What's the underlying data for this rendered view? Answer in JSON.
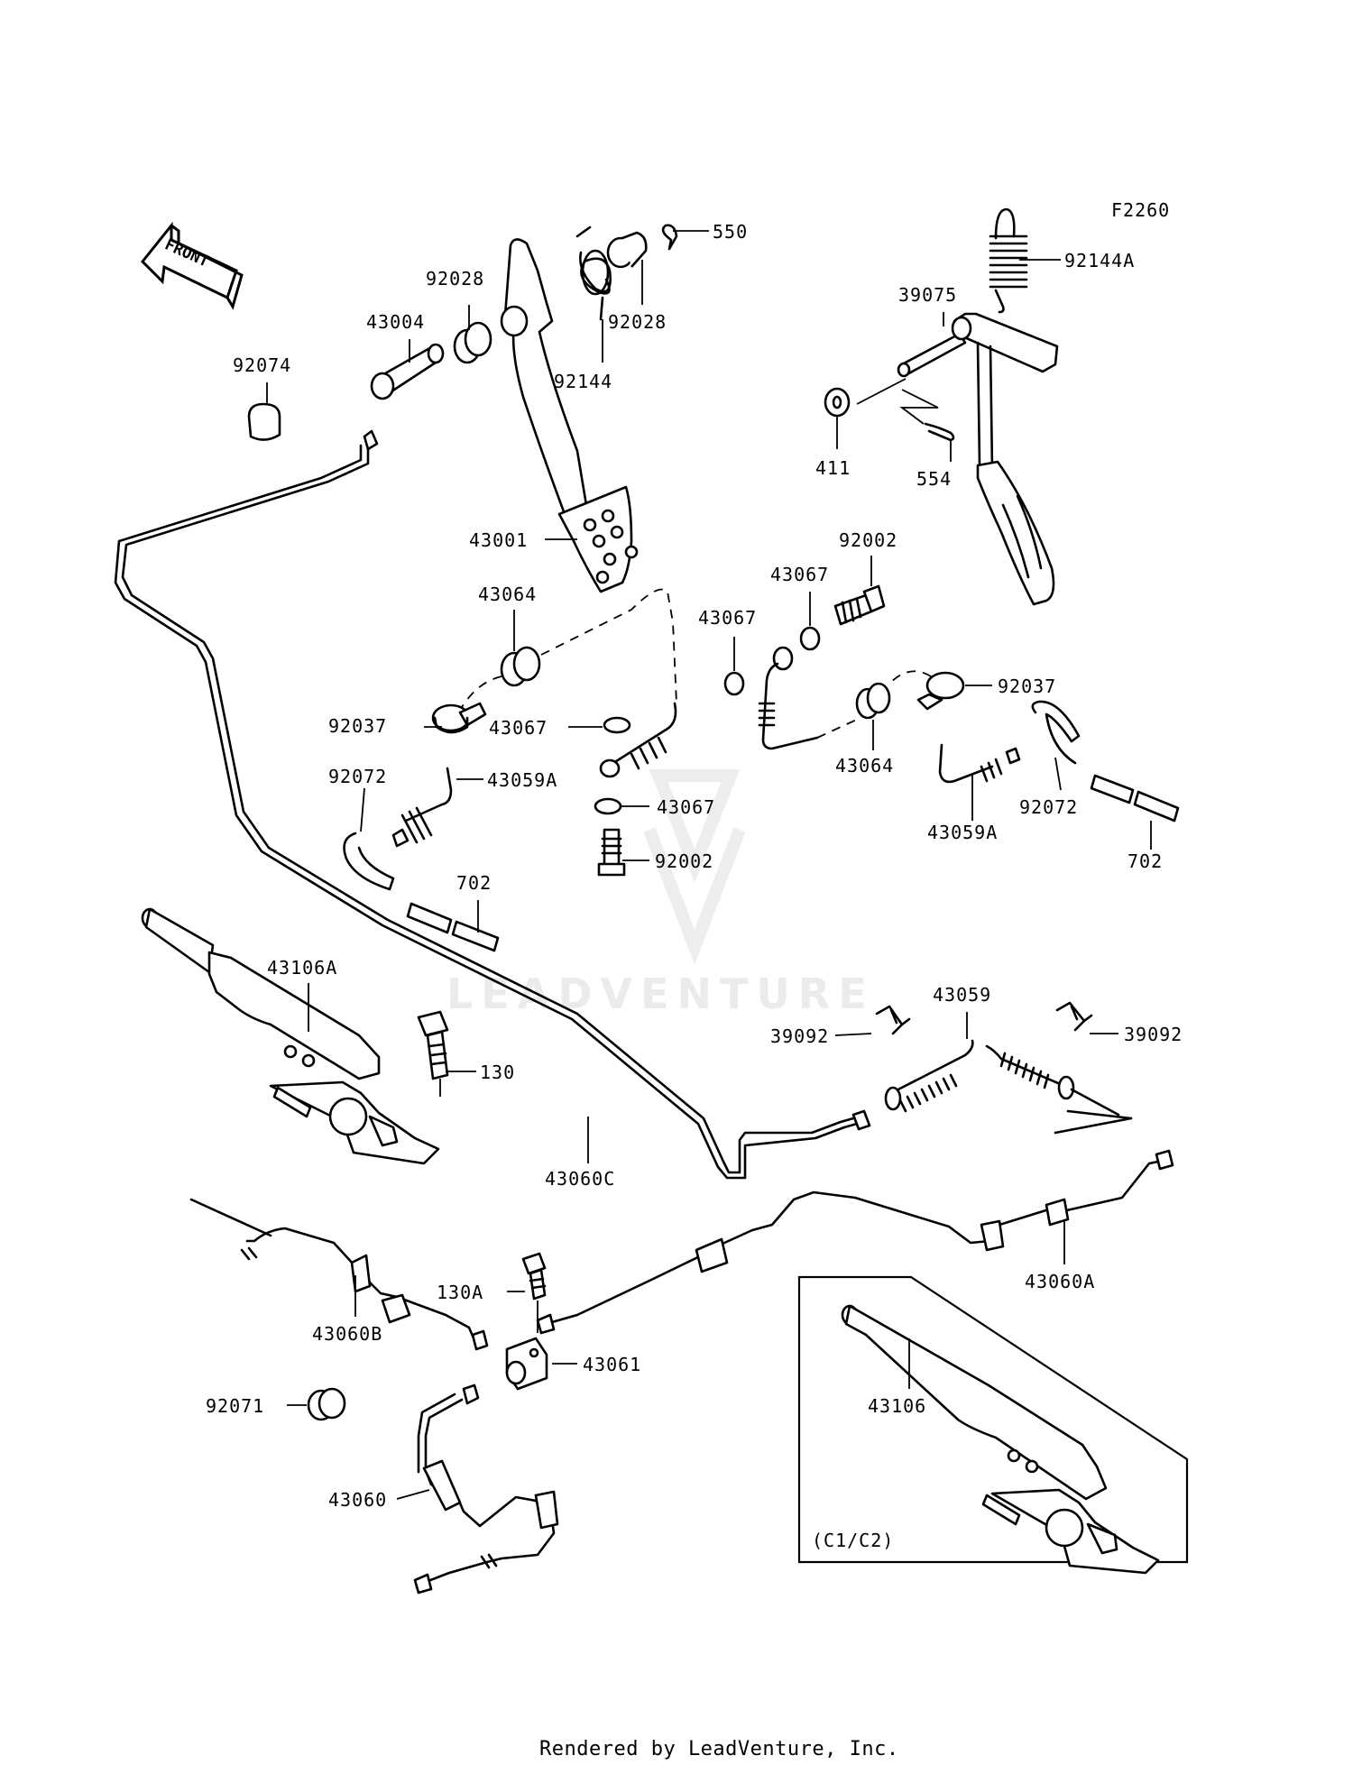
{
  "diagram": {
    "code": "F2260",
    "front_label": "FRONT",
    "inset_label": "(C1/C2)",
    "watermark": "LEADVENTURE",
    "credit": "Rendered by LeadVenture, Inc.",
    "labels": [
      {
        "id": "550",
        "text": "550"
      },
      {
        "id": "92144A",
        "text": "92144A"
      },
      {
        "id": "92028-left",
        "text": "92028"
      },
      {
        "id": "92028-right",
        "text": "92028"
      },
      {
        "id": "43004",
        "text": "43004"
      },
      {
        "id": "92074",
        "text": "92074"
      },
      {
        "id": "92144",
        "text": "92144"
      },
      {
        "id": "39075",
        "text": "39075"
      },
      {
        "id": "411",
        "text": "411"
      },
      {
        "id": "554",
        "text": "554"
      },
      {
        "id": "43001",
        "text": "43001"
      },
      {
        "id": "92002-top",
        "text": "92002"
      },
      {
        "id": "43067-a",
        "text": "43067"
      },
      {
        "id": "43064-left",
        "text": "43064"
      },
      {
        "id": "43067-b",
        "text": "43067"
      },
      {
        "id": "92037-right",
        "text": "92037"
      },
      {
        "id": "92037-left",
        "text": "92037"
      },
      {
        "id": "43067-c",
        "text": "43067"
      },
      {
        "id": "43064-right",
        "text": "43064"
      },
      {
        "id": "92072-left",
        "text": "92072"
      },
      {
        "id": "43059A-left",
        "text": "43059A"
      },
      {
        "id": "43067-d",
        "text": "43067"
      },
      {
        "id": "92072-right",
        "text": "92072"
      },
      {
        "id": "43059A-right",
        "text": "43059A"
      },
      {
        "id": "92002-bottom",
        "text": "92002"
      },
      {
        "id": "702-left",
        "text": "702"
      },
      {
        "id": "702-right",
        "text": "702"
      },
      {
        "id": "43106A",
        "text": "43106A"
      },
      {
        "id": "43059",
        "text": "43059"
      },
      {
        "id": "39092-left",
        "text": "39092"
      },
      {
        "id": "39092-right",
        "text": "39092"
      },
      {
        "id": "130",
        "text": "130"
      },
      {
        "id": "43060C",
        "text": "43060C"
      },
      {
        "id": "43060A",
        "text": "43060A"
      },
      {
        "id": "130A",
        "text": "130A"
      },
      {
        "id": "43060B",
        "text": "43060B"
      },
      {
        "id": "43061",
        "text": "43061"
      },
      {
        "id": "92071",
        "text": "92071"
      },
      {
        "id": "43106",
        "text": "43106"
      },
      {
        "id": "43060",
        "text": "43060"
      }
    ]
  }
}
